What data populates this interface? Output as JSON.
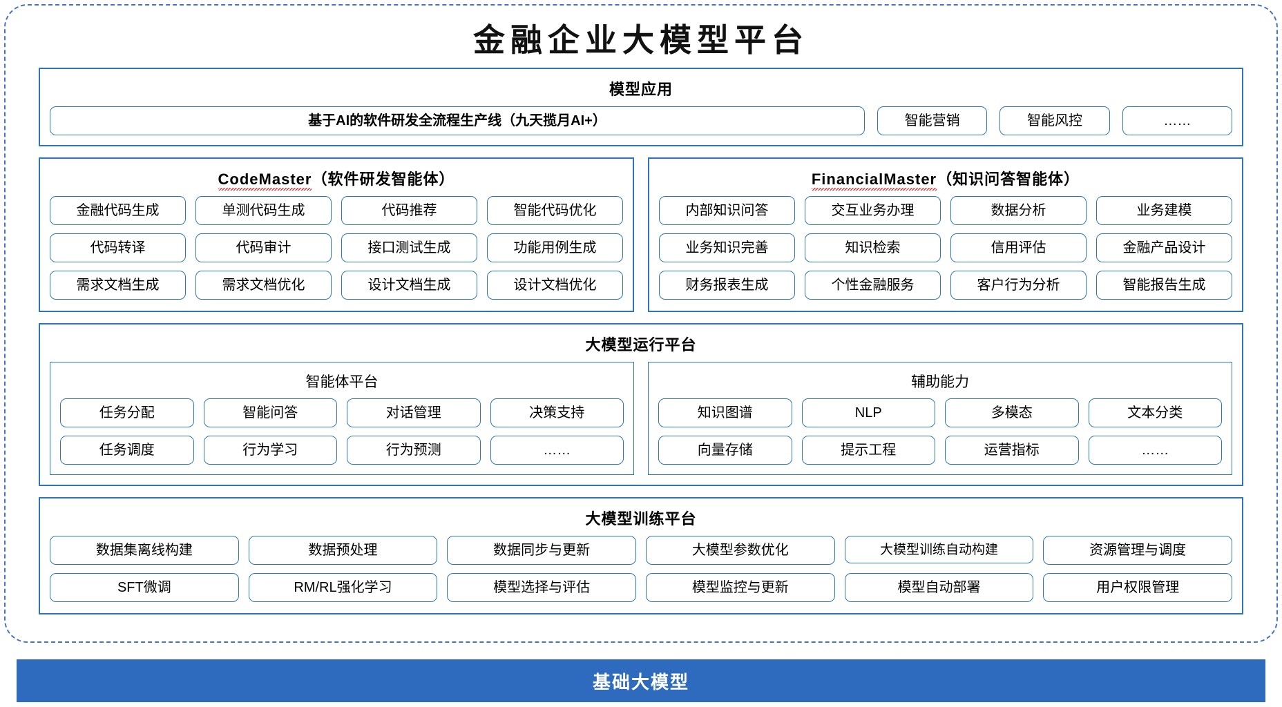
{
  "title": "金融企业大模型平台",
  "sections": {
    "model_application": {
      "heading": "模型应用",
      "items": [
        "基于AI的软件研发全流程生产线（九天揽月AI+）",
        "智能营销",
        "智能风控",
        "……"
      ]
    },
    "code_master": {
      "heading_latin": "CodeMaster",
      "heading_cn": "（软件研发智能体）",
      "items": [
        "金融代码生成",
        "单测代码生成",
        "代码推荐",
        "智能代码优化",
        "代码转译",
        "代码审计",
        "接口测试生成",
        "功能用例生成",
        "需求文档生成",
        "需求文档优化",
        "设计文档生成",
        "设计文档优化"
      ]
    },
    "financial_master": {
      "heading_latin": "FinancialMaster",
      "heading_cn": "（知识问答智能体）",
      "items": [
        "内部知识问答",
        "交互业务办理",
        "数据分析",
        "业务建模",
        "业务知识完善",
        "知识检索",
        "信用评估",
        "金融产品设计",
        "财务报表生成",
        "个性金融服务",
        "客户行为分析",
        "智能报告生成"
      ]
    },
    "runtime_platform": {
      "heading": "大模型运行平台",
      "agent_platform": {
        "heading": "智能体平台",
        "items": [
          "任务分配",
          "智能问答",
          "对话管理",
          "决策支持",
          "任务调度",
          "行为学习",
          "行为预测",
          "……"
        ]
      },
      "support_capability": {
        "heading": "辅助能力",
        "items": [
          "知识图谱",
          "NLP",
          "多模态",
          "文本分类",
          "向量存储",
          "提示工程",
          "运营指标",
          "……"
        ]
      }
    },
    "training_platform": {
      "heading": "大模型训练平台",
      "items": [
        "数据集离线构建",
        "数据预处理",
        "数据同步与更新",
        "大模型参数优化",
        "大模型训练自动构建",
        "资源管理与调度",
        "SFT微调",
        "RM/RL强化学习",
        "模型选择与评估",
        "模型监控与更新",
        "模型自动部署",
        "用户权限管理"
      ]
    },
    "base_model": {
      "label": "基础大模型"
    }
  },
  "colors": {
    "outer_border": "#4472C4",
    "panel_border": "#2E75B6",
    "box_border": "#2E75B6",
    "base_bar_bg": "#2E6BBE",
    "base_bar_text": "#FFFFFF",
    "spellcheck_underline": "#E03030"
  }
}
